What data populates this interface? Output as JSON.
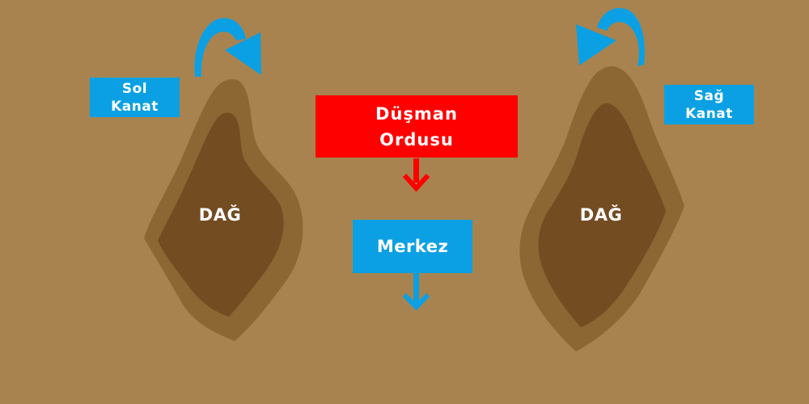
{
  "labels": {
    "left_wing": [
      "Sol",
      "Kanat"
    ],
    "right_wing": [
      "Sağ",
      "Kanat"
    ],
    "enemy": [
      "Düşman",
      "Ordusu"
    ],
    "center": "Merkez",
    "mountain_left": "DAĞ",
    "mountain_right": "DAĞ"
  },
  "colors": {
    "background": "#a8834f",
    "mountain_outer": "#8c6633",
    "mountain_inner": "#734c22",
    "wing_box": "#0ba0e3",
    "enemy_box": "#ff0000",
    "enemy_arrow": "#ff0000",
    "center_arrow": "#0ba0e3",
    "flank_arrow": "#0ba0e3"
  },
  "icons": {
    "left_flank_arrow": "curved-arrow-clockwise",
    "right_flank_arrow": "curved-arrow-counterclockwise",
    "enemy_arrow": "down-arrow",
    "center_arrow": "down-arrow"
  }
}
